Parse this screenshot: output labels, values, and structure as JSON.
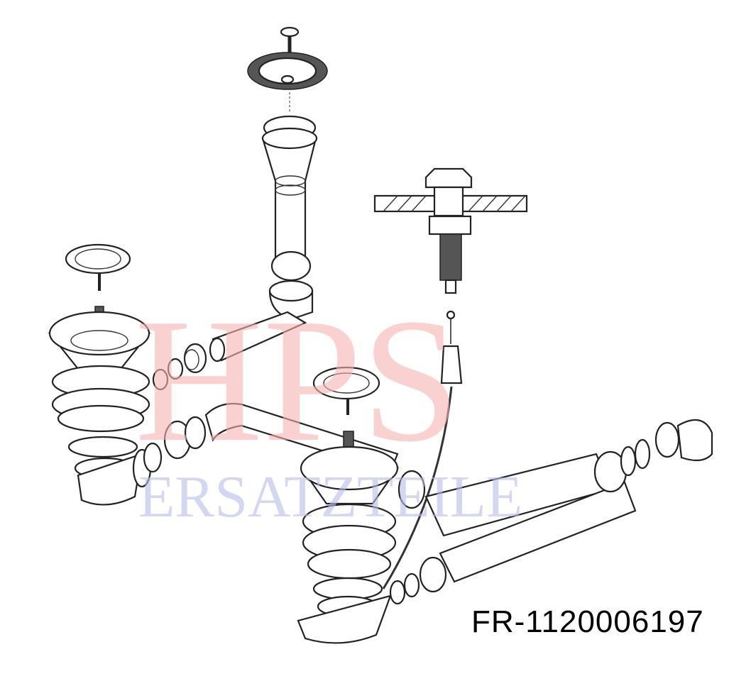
{
  "part_number": "FR-1120006197",
  "watermark": {
    "line1": "HPS",
    "line2": "ERSATZTEILE"
  }
}
